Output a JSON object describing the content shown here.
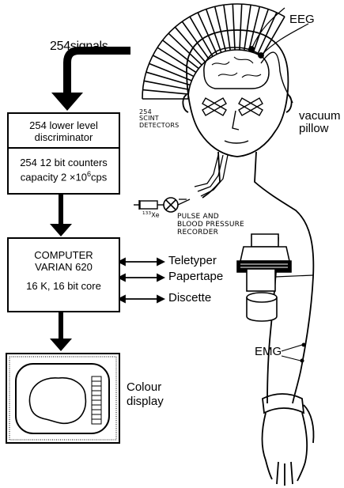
{
  "signals_label": {
    "count": "254",
    "text": "signals"
  },
  "eeg_label": "EEG",
  "vacuum_pillow_label": [
    "vacuum",
    "pillow"
  ],
  "detectors_label": [
    "254",
    "SCINT",
    "DETECTORS"
  ],
  "discriminator_box": {
    "line1": "254 lower level",
    "line2": "discriminator"
  },
  "counters_box": {
    "line1": "254 12 bit counters",
    "line2_prefix": "capacity 2 ×10",
    "line2_sup": "6",
    "line2_suffix": "cps"
  },
  "xenon_label": {
    "mass": "133",
    "element": "Xe"
  },
  "pulse_bp_label": [
    "PULSE AND",
    "BLOOD PRESSURE",
    "RECORDER"
  ],
  "computer_box": {
    "line1": "COMPUTER",
    "line2": "VARIAN 620",
    "line3": "16 K, 16 bit core"
  },
  "peripherals": [
    "Teletyper",
    "Papertape",
    "Discette"
  ],
  "emg_label": "EMG",
  "display_label": [
    "Colour",
    "display"
  ]
}
